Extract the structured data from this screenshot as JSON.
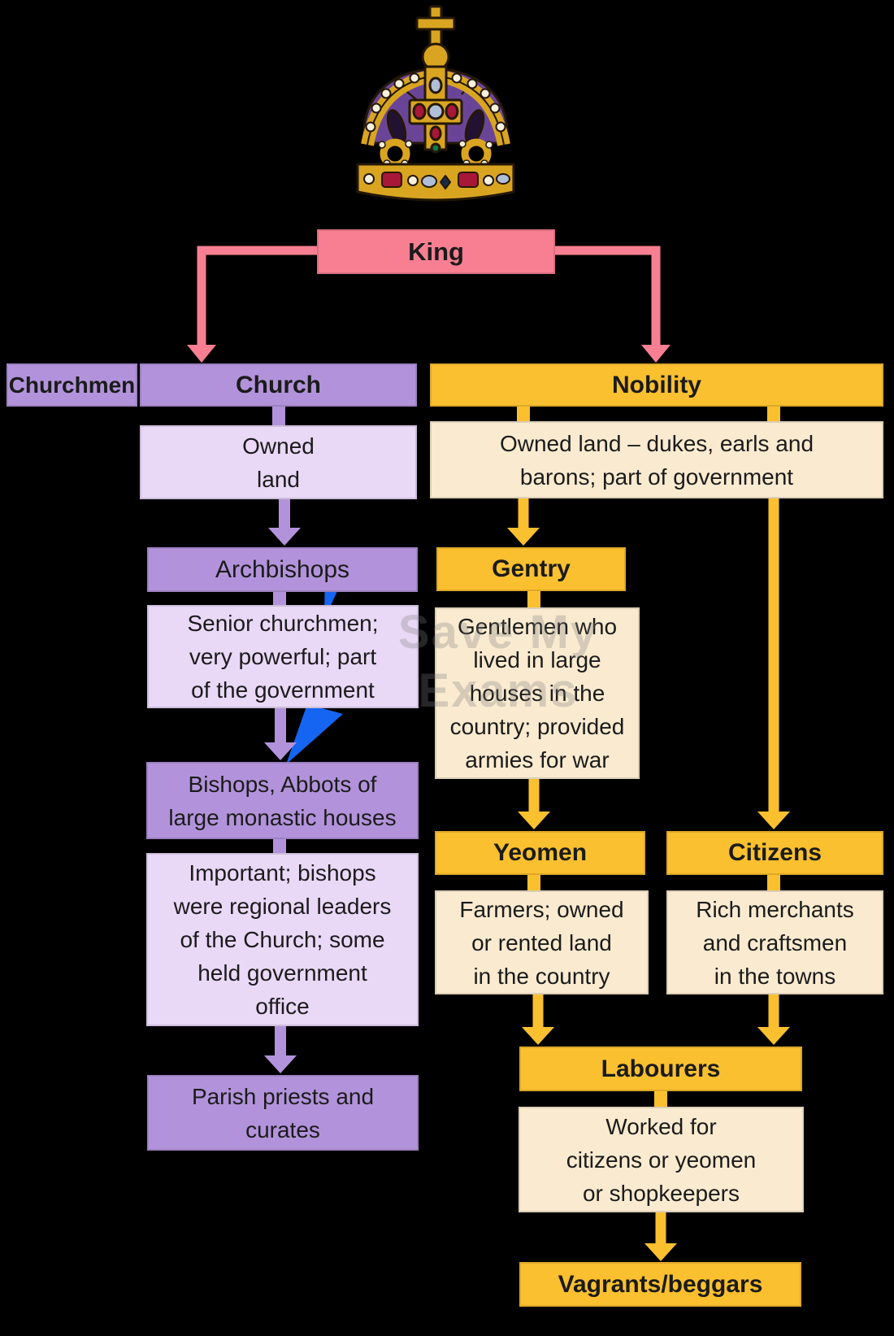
{
  "king": {
    "label": "King"
  },
  "watermark": {
    "lines": [
      "Save My",
      "Exams"
    ]
  },
  "colors": {
    "pink": "#F87F92",
    "purple": "#B293DB",
    "purple_light": "#EAD8F7",
    "gold": "#FBC02F",
    "cream": "#FAEBD0",
    "logo_blue": "#1565F2",
    "background": "#000000",
    "text": "#1b1b1b"
  },
  "icons": {
    "crown": "tudor-crown-illustration",
    "logo": "lightning-bolt-icon"
  },
  "church_branch": {
    "side_label": "Churchmen",
    "header": "Church",
    "owned_land": [
      "Owned",
      "land"
    ],
    "archbishops": "Archbishops",
    "archbishops_desc": [
      "Senior churchmen;",
      "very powerful; part",
      "of the government"
    ],
    "bishops": [
      "Bishops, Abbots of",
      "large monastic houses"
    ],
    "bishops_desc": [
      "Important; bishops",
      "were regional leaders",
      "of the Church; some",
      "held government",
      "office"
    ],
    "parish": [
      "Parish priests and",
      "curates"
    ]
  },
  "nobility_branch": {
    "header": "Nobility",
    "desc": [
      "Owned land – dukes, earls and",
      "barons; part of government"
    ],
    "gentry": "Gentry",
    "gentry_desc": [
      "Gentlemen who",
      "lived in large",
      "houses in the",
      "country; provided",
      "armies for war"
    ],
    "yeomen": "Yeomen",
    "yeomen_desc": [
      "Farmers; owned",
      "or rented land",
      "in the country"
    ],
    "citizens": "Citizens",
    "citizens_desc": [
      "Rich merchants",
      "and craftsmen",
      "in the towns"
    ],
    "labourers": "Labourers",
    "labourers_desc": [
      "Worked for",
      "citizens or yeomen",
      "or shopkeepers"
    ],
    "vagrants": "Vagrants/beggars"
  }
}
